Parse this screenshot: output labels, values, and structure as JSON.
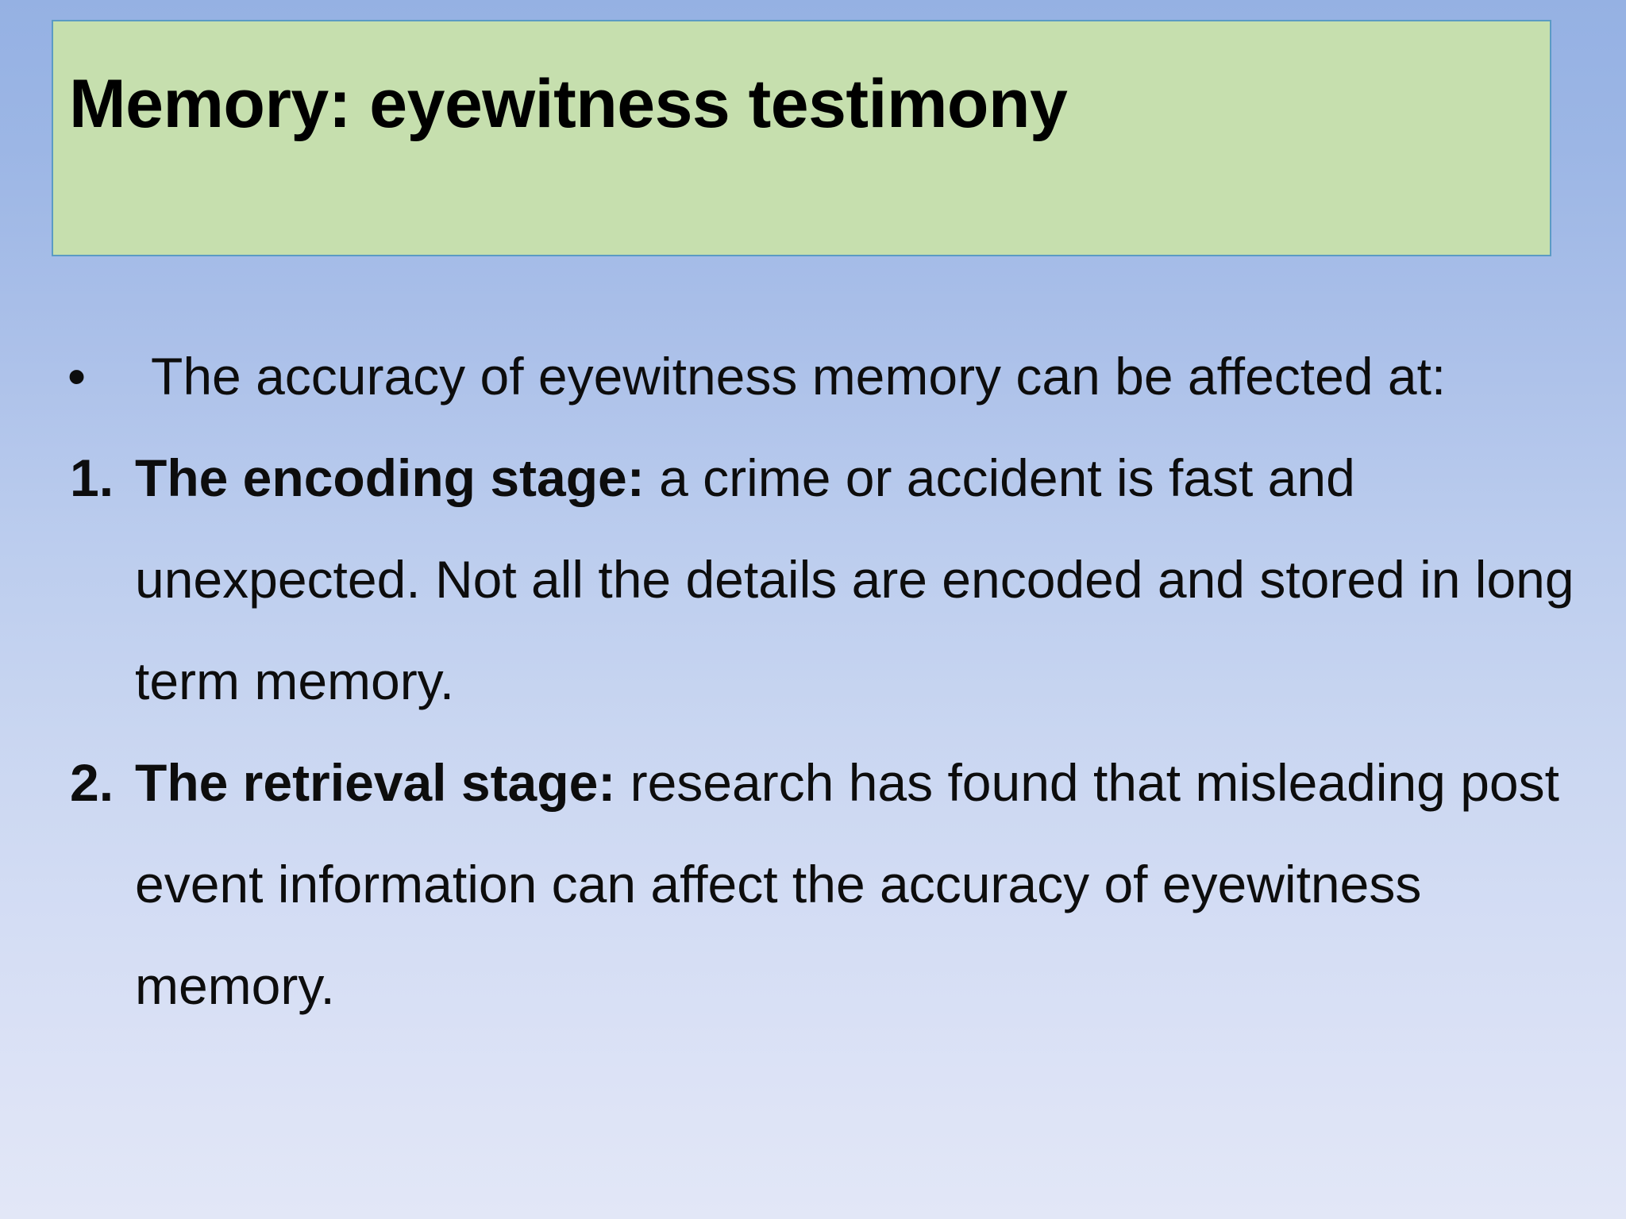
{
  "slide": {
    "background": {
      "type": "linear-gradient-vertical",
      "from": "#95b1e3",
      "to": "#e2e7f7"
    }
  },
  "title": {
    "text": "Memory: eyewitness testimony",
    "fill_color": "#c6dfae",
    "border_color": "#5b9bc4",
    "text_color": "#000000"
  },
  "body": {
    "bullet": {
      "marker": "•",
      "text": "The accuracy of eyewitness memory can be affected at:"
    },
    "items": [
      {
        "marker": "1.",
        "lead": "The encoding stage:",
        "text": " a crime or accident is fast and unexpected. Not all the details are encoded and stored in long term memory."
      },
      {
        "marker": "2.",
        "lead": "The retrieval stage:",
        "text": " research has found that misleading post event information can affect the accuracy of eyewitness memory."
      }
    ]
  }
}
